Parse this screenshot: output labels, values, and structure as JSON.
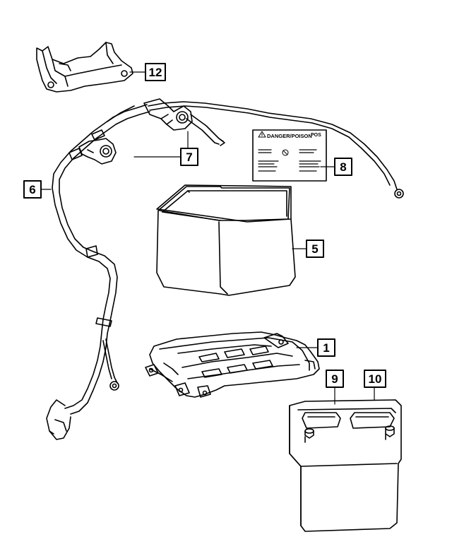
{
  "diagram": {
    "callouts": [
      {
        "id": "c1",
        "label": "1"
      },
      {
        "id": "c5",
        "label": "5"
      },
      {
        "id": "c6",
        "label": "6"
      },
      {
        "id": "c7",
        "label": "7"
      },
      {
        "id": "c8",
        "label": "8"
      },
      {
        "id": "c9",
        "label": "9"
      },
      {
        "id": "c10",
        "label": "10"
      },
      {
        "id": "c12",
        "label": "12"
      }
    ],
    "warning_label": {
      "header": "DANGER/POISON",
      "corner": "POS"
    },
    "colors": {
      "line": "#000000",
      "background": "#ffffff"
    },
    "parts": [
      "battery-tray",
      "battery-thermal-wrap",
      "battery-cable-harness",
      "battery-terminal-clamps",
      "warning-label",
      "battery-vent-cap-9",
      "battery-vent-cap-10",
      "harness-shield-bracket",
      "battery"
    ]
  }
}
